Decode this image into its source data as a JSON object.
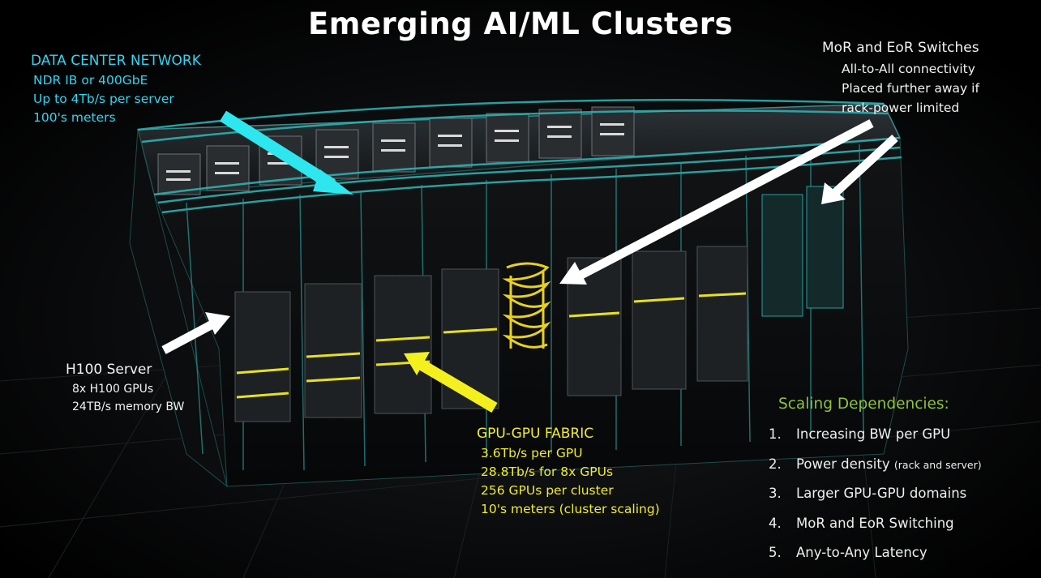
{
  "title": "Emerging AI/ML Clusters",
  "data_center_network": {
    "heading": "DATA CENTER NETWORK",
    "lines": [
      "NDR IB or 400GbE",
      "Up to 4Tb/s per server",
      "100's meters"
    ],
    "color": "#2fd6f2"
  },
  "mor_eor": {
    "heading": "MoR and EoR Switches",
    "lines": [
      "All-to-All connectivity",
      "Placed further away if",
      "rack-power limited"
    ]
  },
  "h100_server": {
    "heading": "H100 Server",
    "lines": [
      "8x H100 GPUs",
      "24TB/s memory BW"
    ]
  },
  "gpu_fabric": {
    "heading": "GPU-GPU FABRIC",
    "lines": [
      "3.6Tb/s per GPU",
      "28.8Tb/s for 8x GPUs",
      "256 GPUs per cluster",
      "10's meters (cluster scaling)"
    ],
    "color": "#f2ec2a"
  },
  "scaling": {
    "heading": "Scaling Dependencies:",
    "color": "#8fc33a",
    "items": [
      {
        "num": "1.",
        "text": "Increasing BW per GPU",
        "note": ""
      },
      {
        "num": "2.",
        "text": "Power density",
        "note": "(rack and server)"
      },
      {
        "num": "3.",
        "text": "Larger GPU-GPU domains",
        "note": ""
      },
      {
        "num": "4.",
        "text": "MoR and EoR Switching",
        "note": ""
      },
      {
        "num": "5.",
        "text": "Any-to-Any Latency",
        "note": ""
      }
    ]
  }
}
